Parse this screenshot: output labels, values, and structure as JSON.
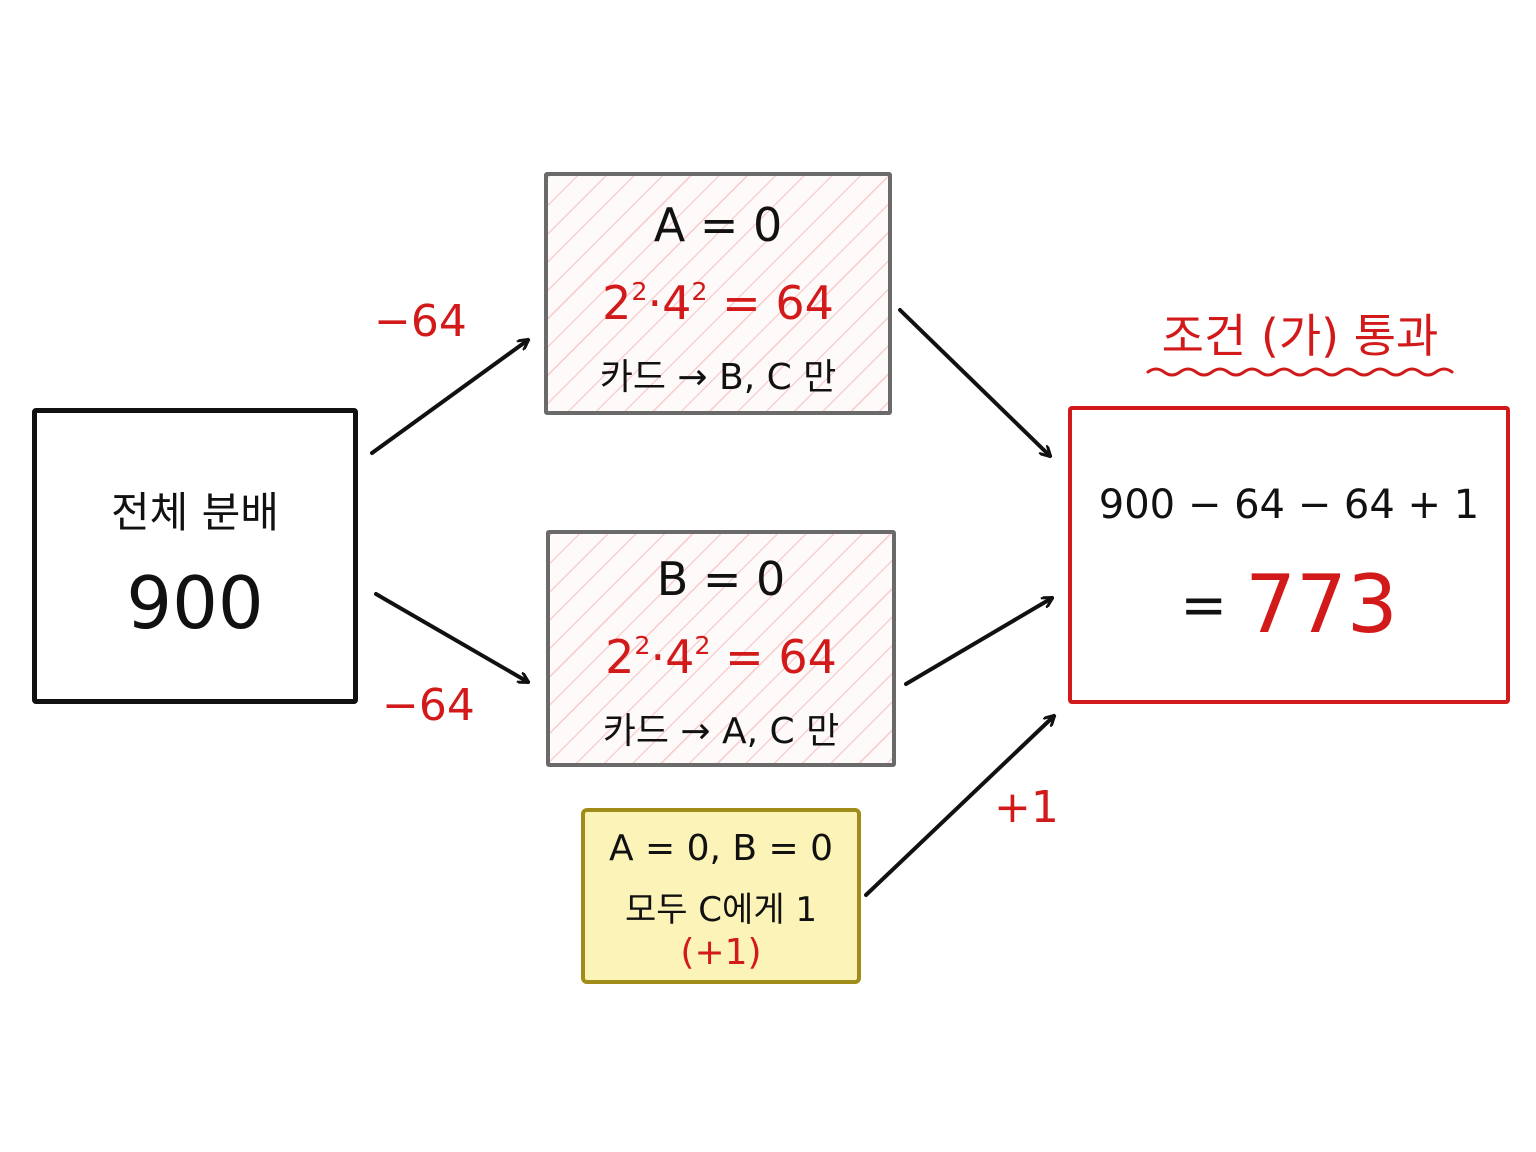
{
  "total_box": {
    "title": "전체 분배",
    "value": "900"
  },
  "case_a": {
    "condition": "A = 0",
    "base1": "2",
    "exp1": "2",
    "dot": "·",
    "base2": "4",
    "exp2": "2",
    "result": "= 64",
    "note": "카드 → B, C 만"
  },
  "case_b": {
    "condition": "B = 0",
    "base1": "2",
    "exp1": "2",
    "dot": "·",
    "base2": "4",
    "exp2": "2",
    "result": "= 64",
    "note": "카드 → A, C 만"
  },
  "case_both": {
    "condition": "A = 0,  B = 0",
    "note": "모두 C에게 1",
    "delta": "(+1)"
  },
  "edge_labels": {
    "to_a": "−64",
    "to_b": "−64",
    "to_result": "+1"
  },
  "result": {
    "heading": "조건 (가) 통과",
    "expression": "900 − 64 − 64 + 1",
    "equals": "=",
    "value": "773"
  },
  "colors": {
    "accent_red": "#d21a1a",
    "gray_border": "#6a6a6a",
    "black": "#111111",
    "yellow_fill": "#fbf3b8",
    "yellow_border": "#a08c18"
  }
}
